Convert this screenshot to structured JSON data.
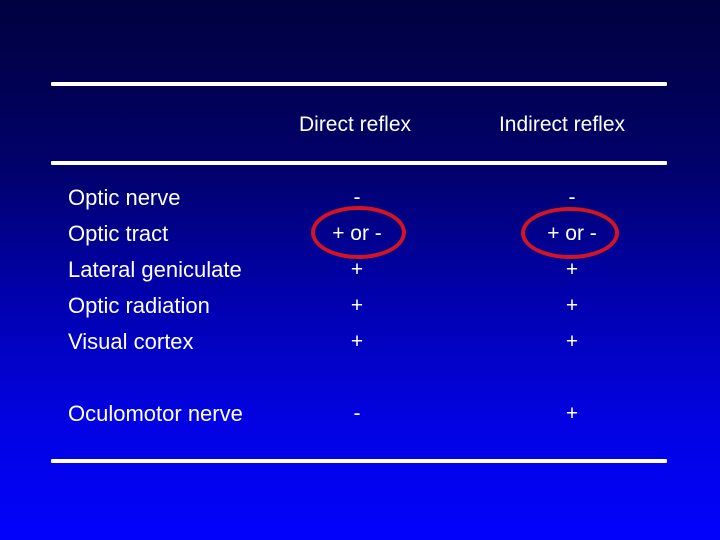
{
  "slide": {
    "header": {
      "direct": "Direct reflex",
      "indirect": "Indirect reflex"
    },
    "rows": [
      {
        "label": "Optic nerve",
        "direct": "-",
        "indirect": "-"
      },
      {
        "label": "Optic tract",
        "direct": "+ or -",
        "indirect": "+ or -"
      },
      {
        "label": "Lateral geniculate",
        "direct": "+",
        "indirect": "+"
      },
      {
        "label": "Optic radiation",
        "direct": "+",
        "indirect": "+"
      },
      {
        "label": "Visual cortex",
        "direct": "+",
        "indirect": "+"
      }
    ],
    "footer_row": {
      "label": "Oculomotor nerve",
      "direct": "-",
      "indirect": "+"
    },
    "colors": {
      "text": "#ffffff",
      "rule": "#ffffff",
      "ellipse_stroke": "#d41420",
      "background_top": "#000140",
      "background_bottom": "#0202fb"
    }
  }
}
